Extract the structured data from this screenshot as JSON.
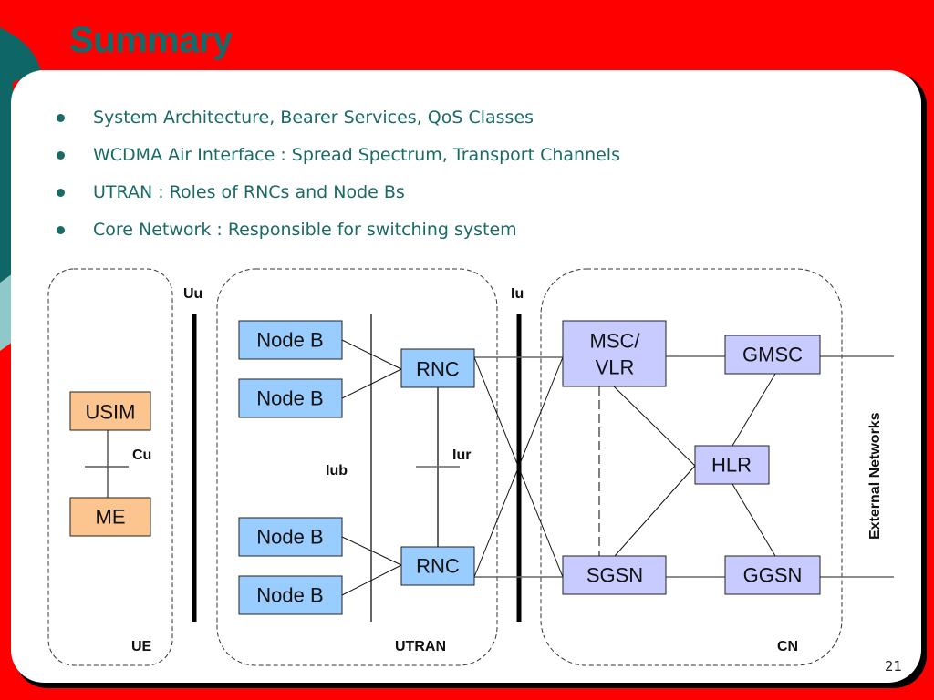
{
  "slide": {
    "title": "Summary",
    "page_number": "21",
    "colors": {
      "background": "#ff0000",
      "title": "#116b6b",
      "bullet_text": "#1a6a66",
      "decor_dark": "#0f6666",
      "decor_light": "#8fc8c8",
      "ue_box": "#fcc58f",
      "utran_box": "#99ccff",
      "cn_box": "#c8cbff"
    }
  },
  "bullets": [
    {
      "text": "System Architecture, Bearer Services, QoS Classes"
    },
    {
      "text": "WCDMA Air Interface : Spread Spectrum, Transport Channels"
    },
    {
      "text": "UTRAN : Roles of RNCs and Node Bs"
    },
    {
      "text": "Core Network : Responsible for switching system"
    }
  ],
  "diagram": {
    "domains": {
      "ue": "UE",
      "utran": "UTRAN",
      "cn": "CN",
      "external": "External Networks"
    },
    "interfaces": {
      "uu": "Uu",
      "iu": "Iu",
      "cu": "Cu",
      "iub": "Iub",
      "iur": "Iur"
    },
    "nodes": {
      "usim": "USIM",
      "me": "ME",
      "nodeb1": "Node B",
      "nodeb2": "Node B",
      "nodeb3": "Node B",
      "nodeb4": "Node B",
      "rnc1": "RNC",
      "rnc2": "RNC",
      "msc_line1": "MSC/",
      "msc_line2": "VLR",
      "gmsc": "GMSC",
      "hlr": "HLR",
      "sgsn": "SGSN",
      "ggsn": "GGSN"
    }
  }
}
